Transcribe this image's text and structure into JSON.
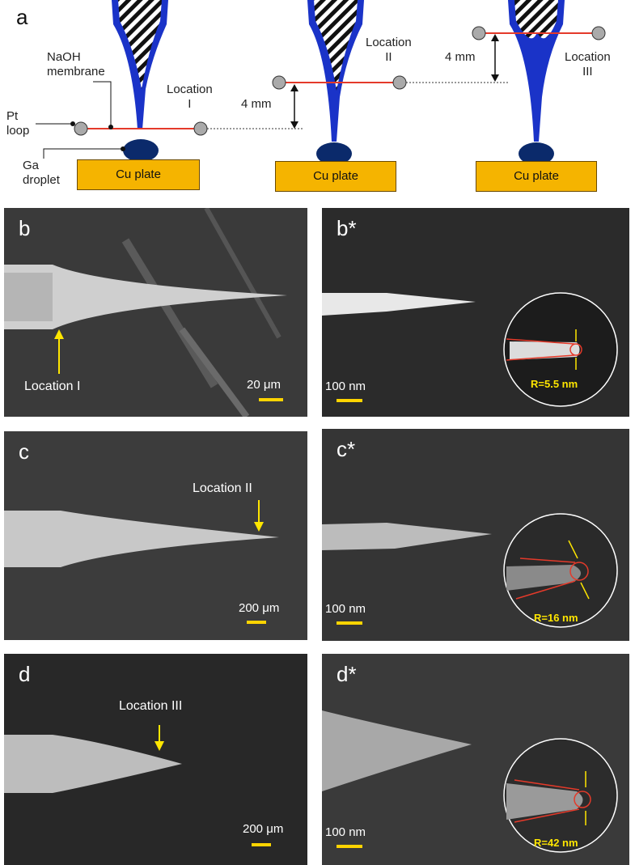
{
  "panel_a": {
    "letter": "a",
    "labels": {
      "naoh": "NaOH\nmembrane",
      "pt": "Pt\nloop",
      "ga": "Ga\ndroplet",
      "loc1": "Location\nI",
      "loc2": "Location\nII",
      "loc3": "Location\nIII",
      "dist1": "4 mm",
      "dist2": "4 mm",
      "plate": "Cu plate"
    },
    "colors": {
      "needle": "#1a33c8",
      "plate": "#f5b400",
      "droplet": "#0b2a6b",
      "loop": "#e43a2a"
    }
  },
  "panels": {
    "b": {
      "letter": "b",
      "scale": "20 μm",
      "location": "Location I"
    },
    "bs": {
      "letter": "b*",
      "scale": "100 nm",
      "radius": "R=5.5 nm"
    },
    "c": {
      "letter": "c",
      "scale": "200 μm",
      "location": "Location II"
    },
    "cs": {
      "letter": "c*",
      "scale": "100 nm",
      "radius": "R=16 nm"
    },
    "d": {
      "letter": "d",
      "scale": "200 μm",
      "location": "Location III"
    },
    "ds": {
      "letter": "d*",
      "scale": "100 nm",
      "radius": "R=42 nm"
    }
  }
}
